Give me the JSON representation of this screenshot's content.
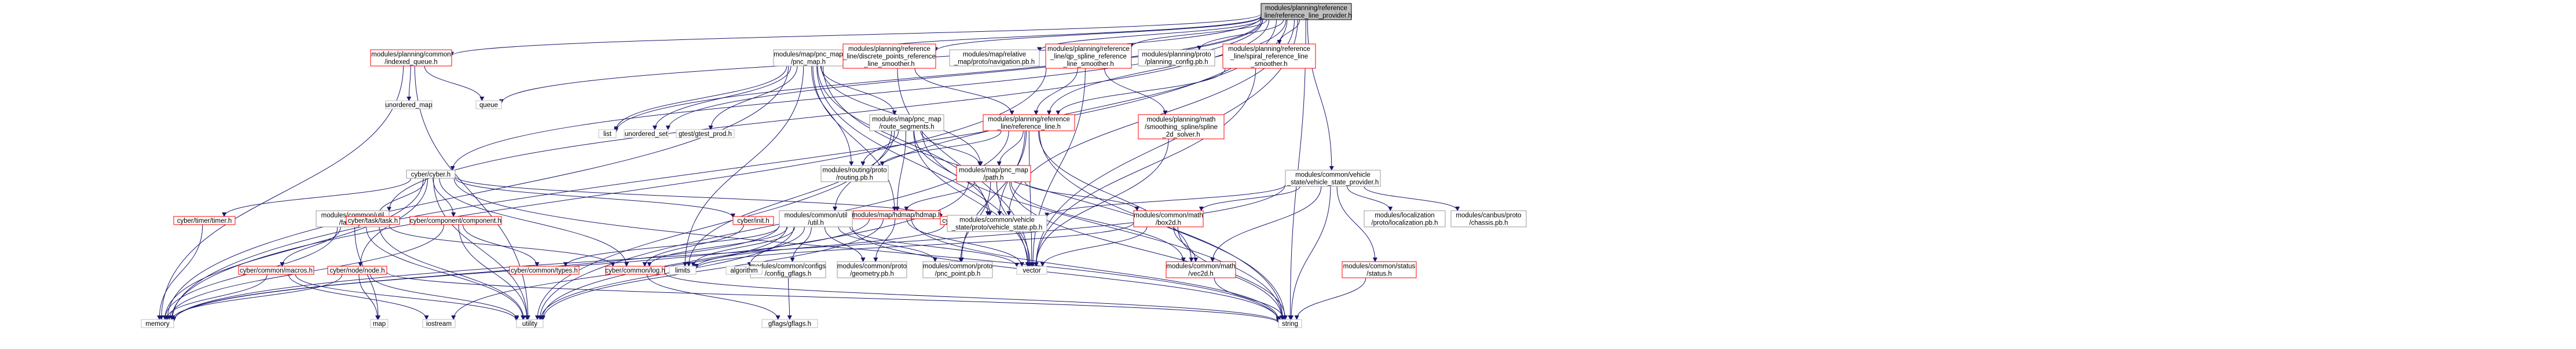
{
  "colors": {
    "edge": "#191970",
    "node_border_default": "#999999",
    "node_border_red": "#ff0000",
    "node_border_grey": "#bfbfbf",
    "node_fill_root": "#bfbfbf",
    "node_fill": "#ffffff",
    "text": "#000000"
  },
  "nodes": [
    {
      "id": "root",
      "kind": "root",
      "lines": [
        "modules/planning/reference",
        "_line/reference_line_provider.h"
      ]
    },
    {
      "id": "indexed_queue",
      "kind": "red",
      "lines": [
        "modules/planning/common",
        "/indexed_queue.h"
      ]
    },
    {
      "id": "pnc_map_h",
      "kind": "default",
      "lines": [
        "modules/map/pnc_map",
        "/pnc_map.h"
      ]
    },
    {
      "id": "discrete",
      "kind": "red",
      "lines": [
        "modules/planning/reference",
        "_line/discrete_points_reference",
        "_line_smoother.h"
      ]
    },
    {
      "id": "relative_map",
      "kind": "default",
      "lines": [
        "modules/map/relative",
        "_map/proto/navigation.pb.h"
      ]
    },
    {
      "id": "qp_spline",
      "kind": "red",
      "lines": [
        "modules/planning/reference",
        "_line/qp_spline_reference",
        "_line_smoother.h"
      ]
    },
    {
      "id": "planning_config",
      "kind": "default",
      "lines": [
        "modules/planning/proto",
        "/planning_config.pb.h"
      ]
    },
    {
      "id": "spiral",
      "kind": "red",
      "lines": [
        "modules/planning/reference",
        "_line/spiral_reference_line",
        "_smoother.h"
      ]
    },
    {
      "id": "unordered_map",
      "kind": "grey",
      "lines": [
        "unordered_map"
      ]
    },
    {
      "id": "queue",
      "kind": "grey",
      "lines": [
        "queue"
      ]
    },
    {
      "id": "list",
      "kind": "grey",
      "lines": [
        "list"
      ]
    },
    {
      "id": "unordered_set",
      "kind": "grey",
      "lines": [
        "unordered_set"
      ]
    },
    {
      "id": "gtest",
      "kind": "grey",
      "lines": [
        "gtest/gtest_prod.h"
      ]
    },
    {
      "id": "route_segments",
      "kind": "default",
      "lines": [
        "modules/map/pnc_map",
        "/route_segments.h"
      ]
    },
    {
      "id": "reference_line",
      "kind": "red",
      "lines": [
        "modules/planning/reference",
        "_line/reference_line.h"
      ]
    },
    {
      "id": "spline_solver",
      "kind": "red",
      "lines": [
        "modules/planning/math",
        "/smoothing_spline/spline",
        "_2d_solver.h"
      ]
    },
    {
      "id": "vehicle_state_provider",
      "kind": "default",
      "lines": [
        "modules/common/vehicle",
        "_state/vehicle_state_provider.h"
      ]
    },
    {
      "id": "cyber_h",
      "kind": "default",
      "lines": [
        "cyber/cyber.h"
      ]
    },
    {
      "id": "util_factory",
      "kind": "default",
      "lines": [
        "modules/common/util",
        "/factory.h"
      ]
    },
    {
      "id": "util_util",
      "kind": "default",
      "lines": [
        "modules/common/util",
        "/util.h"
      ]
    },
    {
      "id": "routing_pb",
      "kind": "default",
      "lines": [
        "modules/routing/proto",
        "/routing.pb.h"
      ]
    },
    {
      "id": "path_h",
      "kind": "red",
      "lines": [
        "modules/map/pnc_map",
        "/path.h"
      ]
    },
    {
      "id": "hdmap_h",
      "kind": "red",
      "lines": [
        "modules/map/hdmap/hdmap.h"
      ]
    },
    {
      "id": "timer_h",
      "kind": "red",
      "lines": [
        "cyber/timer/timer.h"
      ]
    },
    {
      "id": "task_h",
      "kind": "red",
      "lines": [
        "cyber/task/task.h"
      ]
    },
    {
      "id": "component_h",
      "kind": "red",
      "lines": [
        "cyber/component/component.h"
      ]
    },
    {
      "id": "init_h",
      "kind": "red",
      "lines": [
        "cyber/init.h"
      ]
    },
    {
      "id": "time_h",
      "kind": "red",
      "lines": [
        "cyber/time/time.h"
      ]
    },
    {
      "id": "vehicle_state_pb",
      "kind": "default",
      "lines": [
        "modules/common/vehicle",
        "_state/proto/vehicle_state.pb.h"
      ]
    },
    {
      "id": "box2d",
      "kind": "red",
      "lines": [
        "modules/common/math",
        "/box2d.h"
      ]
    },
    {
      "id": "localization_pb",
      "kind": "default",
      "lines": [
        "modules/localization",
        "/proto/localization.pb.h"
      ]
    },
    {
      "id": "chassis_pb",
      "kind": "default",
      "lines": [
        "modules/canbus/proto",
        "/chassis.pb.h"
      ]
    },
    {
      "id": "macros_h",
      "kind": "red",
      "lines": [
        "cyber/common/macros.h"
      ]
    },
    {
      "id": "node_h",
      "kind": "red",
      "lines": [
        "cyber/node/node.h"
      ]
    },
    {
      "id": "types_h",
      "kind": "red",
      "lines": [
        "cyber/common/types.h"
      ]
    },
    {
      "id": "configs_gflags",
      "kind": "default",
      "lines": [
        "modules/common/configs",
        "/config_gflags.h"
      ]
    },
    {
      "id": "log_h",
      "kind": "red",
      "lines": [
        "cyber/common/log.h"
      ]
    },
    {
      "id": "geometry_pb",
      "kind": "default",
      "lines": [
        "modules/common/proto",
        "/geometry.pb.h"
      ]
    },
    {
      "id": "pnc_point_pb",
      "kind": "default",
      "lines": [
        "modules/common/proto",
        "/pnc_point.pb.h"
      ]
    },
    {
      "id": "limits",
      "kind": "grey",
      "lines": [
        "limits"
      ]
    },
    {
      "id": "vector",
      "kind": "grey",
      "lines": [
        "vector"
      ]
    },
    {
      "id": "vec2d",
      "kind": "red",
      "lines": [
        "modules/common/math",
        "/vec2d.h"
      ]
    },
    {
      "id": "status_h",
      "kind": "red",
      "lines": [
        "modules/common/status",
        "/status.h"
      ]
    },
    {
      "id": "algorithm",
      "kind": "grey",
      "lines": [
        "algorithm"
      ]
    },
    {
      "id": "memory",
      "kind": "grey",
      "lines": [
        "memory"
      ]
    },
    {
      "id": "map",
      "kind": "grey",
      "lines": [
        "map"
      ]
    },
    {
      "id": "iostream",
      "kind": "grey",
      "lines": [
        "iostream"
      ]
    },
    {
      "id": "utility",
      "kind": "grey",
      "lines": [
        "utility"
      ]
    },
    {
      "id": "gflags",
      "kind": "grey",
      "lines": [
        "gflags/gflags.h"
      ]
    },
    {
      "id": "string",
      "kind": "grey",
      "lines": [
        "string"
      ]
    }
  ],
  "edges": [
    [
      "root",
      "indexed_queue"
    ],
    [
      "root",
      "pnc_map_h"
    ],
    [
      "root",
      "discrete"
    ],
    [
      "root",
      "relative_map"
    ],
    [
      "root",
      "qp_spline"
    ],
    [
      "root",
      "planning_config"
    ],
    [
      "root",
      "spiral"
    ],
    [
      "root",
      "queue"
    ],
    [
      "root",
      "list"
    ],
    [
      "root",
      "unordered_set"
    ],
    [
      "root",
      "cyber_h"
    ],
    [
      "root",
      "util_factory"
    ],
    [
      "root",
      "util_util"
    ],
    [
      "root",
      "vehicle_state_provider"
    ],
    [
      "root",
      "reference_line"
    ],
    [
      "root",
      "memory"
    ],
    [
      "root",
      "string"
    ],
    [
      "root",
      "vector"
    ],
    [
      "root",
      "vehicle_state_pb"
    ],
    [
      "indexed_queue",
      "unordered_map"
    ],
    [
      "indexed_queue",
      "queue"
    ],
    [
      "indexed_queue",
      "memory"
    ],
    [
      "indexed_queue",
      "utility"
    ],
    [
      "pnc_map_h",
      "list"
    ],
    [
      "pnc_map_h",
      "unordered_set"
    ],
    [
      "pnc_map_h",
      "gtest"
    ],
    [
      "pnc_map_h",
      "route_segments"
    ],
    [
      "pnc_map_h",
      "routing_pb"
    ],
    [
      "pnc_map_h",
      "path_h"
    ],
    [
      "pnc_map_h",
      "hdmap_h"
    ],
    [
      "pnc_map_h",
      "vehicle_state_pb"
    ],
    [
      "pnc_map_h",
      "vector"
    ],
    [
      "pnc_map_h",
      "string"
    ],
    [
      "pnc_map_h",
      "memory"
    ],
    [
      "pnc_map_h",
      "limits"
    ],
    [
      "discrete",
      "reference_line"
    ],
    [
      "discrete",
      "vector"
    ],
    [
      "qp_spline",
      "reference_line"
    ],
    [
      "qp_spline",
      "spline_solver"
    ],
    [
      "qp_spline",
      "vector"
    ],
    [
      "qp_spline",
      "memory"
    ],
    [
      "spiral",
      "reference_line"
    ],
    [
      "spiral",
      "vector"
    ],
    [
      "route_segments",
      "routing_pb"
    ],
    [
      "route_segments",
      "path_h"
    ],
    [
      "route_segments",
      "hdmap_h"
    ],
    [
      "route_segments",
      "vehicle_state_pb"
    ],
    [
      "route_segments",
      "vector"
    ],
    [
      "route_segments",
      "string"
    ],
    [
      "route_segments",
      "limits"
    ],
    [
      "route_segments",
      "utility"
    ],
    [
      "reference_line",
      "path_h"
    ],
    [
      "reference_line",
      "vehicle_state_pb"
    ],
    [
      "reference_line",
      "pnc_point_pb"
    ],
    [
      "reference_line",
      "routing_pb"
    ],
    [
      "reference_line",
      "vec2d"
    ],
    [
      "reference_line",
      "vector"
    ],
    [
      "reference_line",
      "string"
    ],
    [
      "reference_line",
      "utility"
    ],
    [
      "spline_solver",
      "vector"
    ],
    [
      "vehicle_state_provider",
      "box2d"
    ],
    [
      "vehicle_state_provider",
      "vec2d"
    ],
    [
      "vehicle_state_provider",
      "localization_pb"
    ],
    [
      "vehicle_state_provider",
      "chassis_pb"
    ],
    [
      "vehicle_state_provider",
      "status_h"
    ],
    [
      "vehicle_state_provider",
      "vehicle_state_pb"
    ],
    [
      "vehicle_state_provider",
      "memory"
    ],
    [
      "vehicle_state_provider",
      "string"
    ],
    [
      "cyber_h",
      "timer_h"
    ],
    [
      "cyber_h",
      "task_h"
    ],
    [
      "cyber_h",
      "component_h"
    ],
    [
      "cyber_h",
      "init_h"
    ],
    [
      "cyber_h",
      "time_h"
    ],
    [
      "cyber_h",
      "node_h"
    ],
    [
      "cyber_h",
      "log_h"
    ],
    [
      "cyber_h",
      "memory"
    ],
    [
      "cyber_h",
      "string"
    ],
    [
      "cyber_h",
      "utility"
    ],
    [
      "util_factory",
      "macros_h"
    ],
    [
      "util_factory",
      "log_h"
    ],
    [
      "util_factory",
      "map"
    ],
    [
      "util_factory",
      "memory"
    ],
    [
      "util_factory",
      "utility"
    ],
    [
      "util_util",
      "types_h"
    ],
    [
      "util_util",
      "configs_gflags"
    ],
    [
      "util_util",
      "log_h"
    ],
    [
      "util_util",
      "geometry_pb"
    ],
    [
      "util_util",
      "pnc_point_pb"
    ],
    [
      "util_util",
      "algorithm"
    ],
    [
      "util_util",
      "iostream"
    ],
    [
      "util_util",
      "utility"
    ],
    [
      "util_util",
      "limits"
    ],
    [
      "util_util",
      "vector"
    ],
    [
      "util_util",
      "string"
    ],
    [
      "util_util",
      "memory"
    ],
    [
      "path_h",
      "hdmap_h"
    ],
    [
      "path_h",
      "box2d"
    ],
    [
      "path_h",
      "vec2d"
    ],
    [
      "path_h",
      "pnc_point_pb"
    ],
    [
      "path_h",
      "vector"
    ],
    [
      "path_h",
      "string"
    ],
    [
      "path_h",
      "utility"
    ],
    [
      "hdmap_h",
      "vector"
    ],
    [
      "hdmap_h",
      "string"
    ],
    [
      "hdmap_h",
      "memory"
    ],
    [
      "hdmap_h",
      "utility"
    ],
    [
      "hdmap_h",
      "geometry_pb"
    ],
    [
      "timer_h",
      "memory"
    ],
    [
      "task_h",
      "utility"
    ],
    [
      "component_h",
      "types_h"
    ],
    [
      "component_h",
      "memory"
    ],
    [
      "component_h",
      "utility"
    ],
    [
      "init_h",
      "log_h"
    ],
    [
      "time_h",
      "limits"
    ],
    [
      "box2d",
      "vec2d"
    ],
    [
      "box2d",
      "vector"
    ],
    [
      "box2d",
      "string"
    ],
    [
      "box2d",
      "limits"
    ],
    [
      "macros_h",
      "memory"
    ],
    [
      "macros_h",
      "iostream"
    ],
    [
      "macros_h",
      "utility"
    ],
    [
      "node_h",
      "memory"
    ],
    [
      "node_h",
      "map"
    ],
    [
      "node_h",
      "string"
    ],
    [
      "node_h",
      "utility"
    ],
    [
      "configs_gflags",
      "gflags"
    ],
    [
      "log_h",
      "gflags"
    ],
    [
      "log_h",
      "string"
    ],
    [
      "vec2d",
      "string"
    ],
    [
      "status_h",
      "string"
    ]
  ]
}
